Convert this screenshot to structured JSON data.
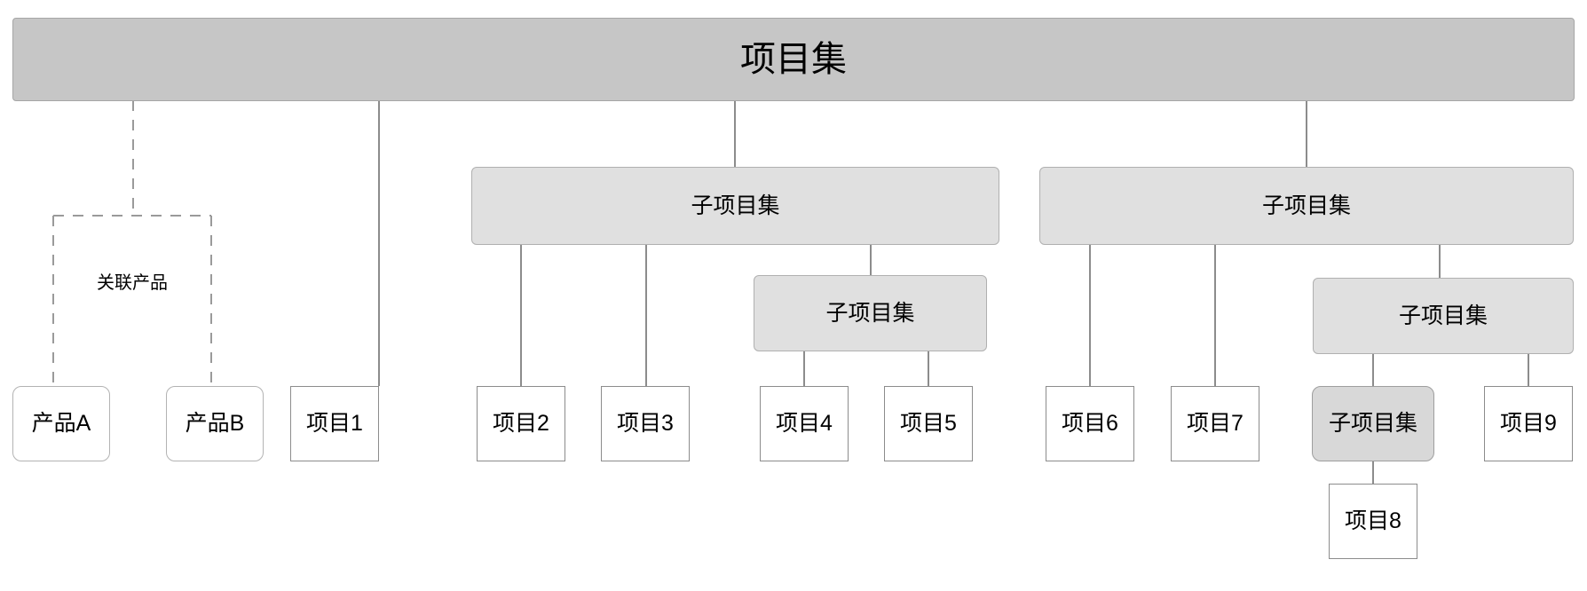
{
  "diagram": {
    "title": "项目集",
    "background_color": "#ffffff",
    "line_color": "#8c8c8c",
    "dashed_color": "#9a9a9a",
    "colors": {
      "program_fill": "#c6c6c6",
      "subprogram_fill": "#e0e0e0",
      "subprogram_leaf_fill": "#d8d8d8",
      "project_fill": "#ffffff",
      "product_fill": "#ffffff"
    },
    "association_label": "关联产品",
    "nodes": {
      "program": {
        "label": "项目集"
      },
      "subprogram_mid": {
        "label": "子项目集"
      },
      "subprogram_mid_nested": {
        "label": "子项目集"
      },
      "subprogram_right": {
        "label": "子项目集"
      },
      "subprogram_right_nested": {
        "label": "子项目集"
      },
      "subprogram_right_leaf": {
        "label": "子项目集"
      },
      "product_a": {
        "label": "产品A"
      },
      "product_b": {
        "label": "产品B"
      },
      "project_1": {
        "label": "项目1"
      },
      "project_2": {
        "label": "项目2"
      },
      "project_3": {
        "label": "项目3"
      },
      "project_4": {
        "label": "项目4"
      },
      "project_5": {
        "label": "项目5"
      },
      "project_6": {
        "label": "项目6"
      },
      "project_7": {
        "label": "项目7"
      },
      "project_8": {
        "label": "项目8"
      },
      "project_9": {
        "label": "项目9"
      }
    }
  }
}
